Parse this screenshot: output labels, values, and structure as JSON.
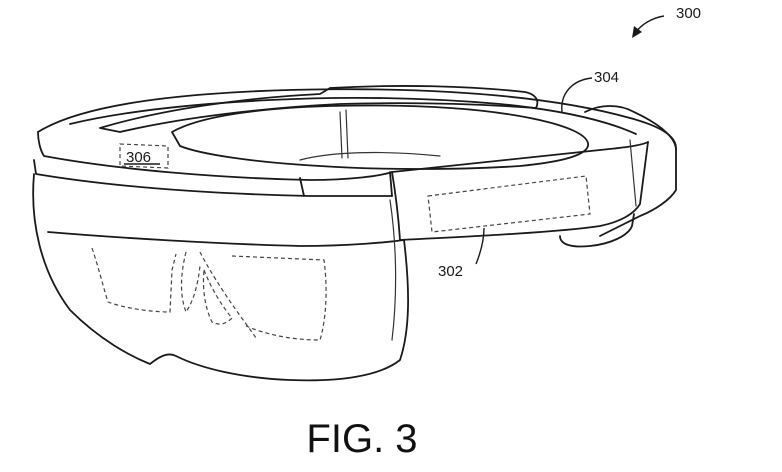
{
  "labels": {
    "figure_number": "300",
    "band_ref": "304",
    "sensor_ref": "306",
    "module_ref": "302"
  },
  "caption": "FIG. 3"
}
